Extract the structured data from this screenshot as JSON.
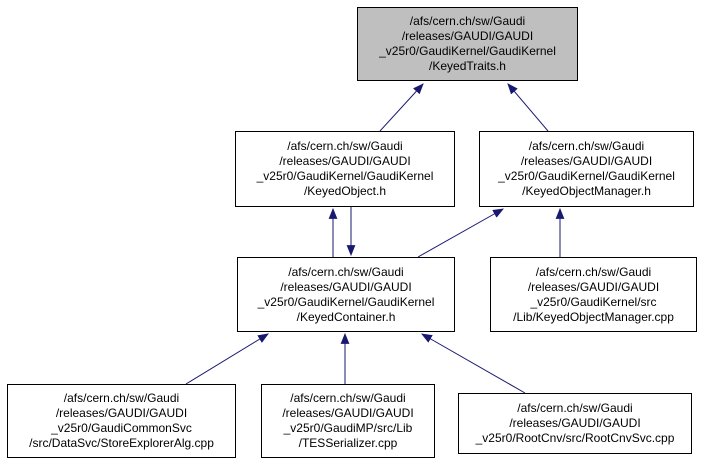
{
  "diagram": {
    "kind": "include-dependency-graph",
    "colors": {
      "edge": "#191970",
      "node_border": "#000000",
      "node_fill": "#ffffff",
      "highlight_fill": "#bfbfbf",
      "text": "#000000",
      "background": "#ffffff"
    },
    "nodes": [
      {
        "id": "keyedtraits",
        "label": "/afs/cern.ch/sw/Gaudi\n/releases/GAUDI/GAUDI\n_v25r0/GaudiKernel/GaudiKernel\n/KeyedTraits.h",
        "highlighted": true
      },
      {
        "id": "keyedobject",
        "label": "/afs/cern.ch/sw/Gaudi\n/releases/GAUDI/GAUDI\n_v25r0/GaudiKernel/GaudiKernel\n/KeyedObject.h",
        "highlighted": false
      },
      {
        "id": "keyedobjectmanager",
        "label": "/afs/cern.ch/sw/Gaudi\n/releases/GAUDI/GAUDI\n_v25r0/GaudiKernel/GaudiKernel\n/KeyedObjectManager.h",
        "highlighted": false
      },
      {
        "id": "keyedcontainer",
        "label": "/afs/cern.ch/sw/Gaudi\n/releases/GAUDI/GAUDI\n_v25r0/GaudiKernel/GaudiKernel\n/KeyedContainer.h",
        "highlighted": false
      },
      {
        "id": "keyedobjectmanagercpp",
        "label": "/afs/cern.ch/sw/Gaudi\n/releases/GAUDI/GAUDI\n_v25r0/GaudiKernel/src\n/Lib/KeyedObjectManager.cpp",
        "highlighted": false
      },
      {
        "id": "storeexploreralg",
        "label": "/afs/cern.ch/sw/Gaudi\n/releases/GAUDI/GAUDI\n_v25r0/GaudiCommonSvc\n/src/DataSvc/StoreExplorerAlg.cpp",
        "highlighted": false
      },
      {
        "id": "tesserializer",
        "label": "/afs/cern.ch/sw/Gaudi\n/releases/GAUDI/GAUDI\n_v25r0/GaudiMP/src/Lib\n/TESSerializer.cpp",
        "highlighted": false
      },
      {
        "id": "rootcnvsvc",
        "label": "/afs/cern.ch/sw/Gaudi\n/releases/GAUDI/GAUDI\n_v25r0/RootCnv/src/RootCnvSvc.cpp",
        "highlighted": false
      }
    ],
    "edges": [
      {
        "from": "keyedobject",
        "to": "keyedtraits"
      },
      {
        "from": "keyedobjectmanager",
        "to": "keyedtraits"
      },
      {
        "from": "keyedcontainer",
        "to": "keyedobject"
      },
      {
        "from": "keyedobject",
        "to": "keyedcontainer"
      },
      {
        "from": "keyedcontainer",
        "to": "keyedobjectmanager"
      },
      {
        "from": "keyedobjectmanagercpp",
        "to": "keyedobjectmanager"
      },
      {
        "from": "storeexploreralg",
        "to": "keyedcontainer"
      },
      {
        "from": "tesserializer",
        "to": "keyedcontainer"
      },
      {
        "from": "rootcnvsvc",
        "to": "keyedcontainer"
      }
    ]
  }
}
